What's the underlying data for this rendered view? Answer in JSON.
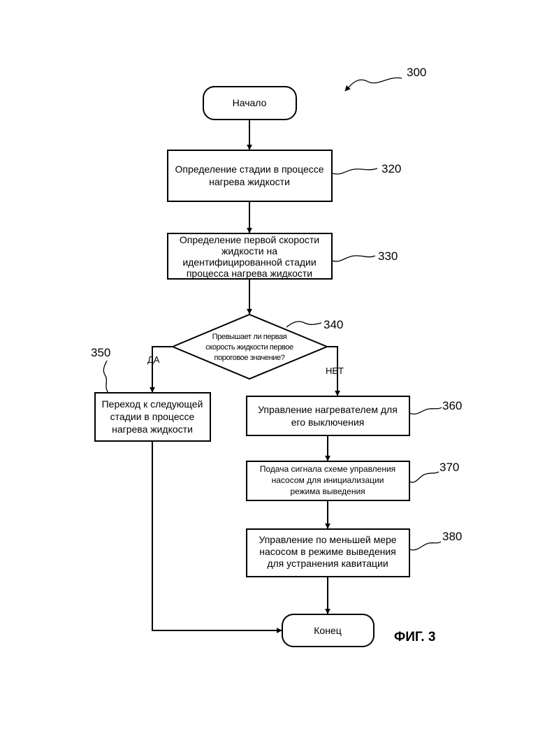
{
  "diagram": {
    "ref_main": "300",
    "start": "Начало",
    "step320": {
      "ref": "320",
      "lines": [
        "Определение стадии в процессе",
        "нагрева жидкости"
      ]
    },
    "step330": {
      "ref": "330",
      "lines": [
        "Определение первой скорости",
        "жидкости на",
        "идентифицированной стадии",
        "процесса нагрева жидкости"
      ]
    },
    "decision340": {
      "ref": "340",
      "lines": [
        "Превышает ли первая",
        "скорость жидкости первое",
        "пороговое значение?"
      ]
    },
    "yes_label": "ДА",
    "no_label": "НЕТ",
    "step350": {
      "ref": "350",
      "lines": [
        "Переход к следующей",
        "стадии в процессе",
        "нагрева жидкости"
      ]
    },
    "step360": {
      "ref": "360",
      "lines": [
        "Управление нагревателем для",
        "его выключения"
      ]
    },
    "step370": {
      "ref": "370",
      "lines": [
        "Подача сигнала схеме управления",
        "насосом для инициализации",
        "режима выведения"
      ]
    },
    "step380": {
      "ref": "380",
      "lines": [
        "Управление по меньшей мере",
        "насосом в режиме выведения",
        "для устранения кавитации"
      ]
    },
    "end": "Конец",
    "figure_label": "ФИГ. 3"
  }
}
